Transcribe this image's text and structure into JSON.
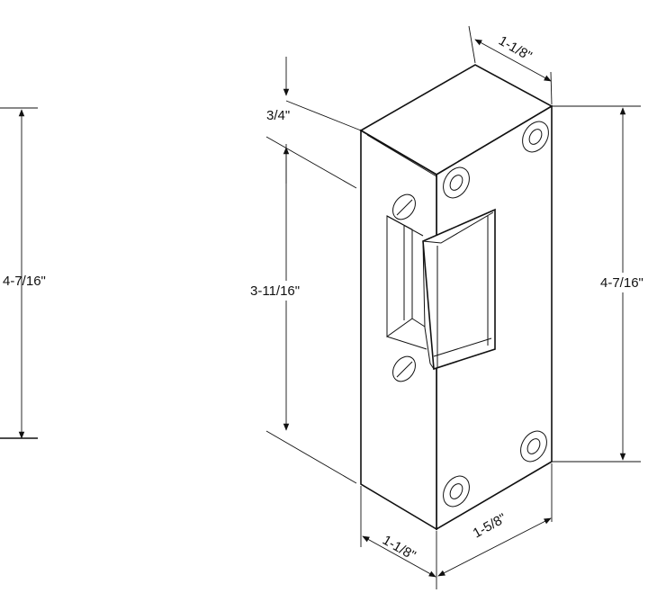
{
  "dimensions": {
    "left_height": "4-7/16\"",
    "top_depth": "1-1/8\"",
    "top_offset": "3/4\"",
    "opening_height": "3-11/16\"",
    "right_height": "4-7/16\"",
    "bottom_width": "1-1/8\"",
    "bottom_depth": "1-5/8\""
  }
}
